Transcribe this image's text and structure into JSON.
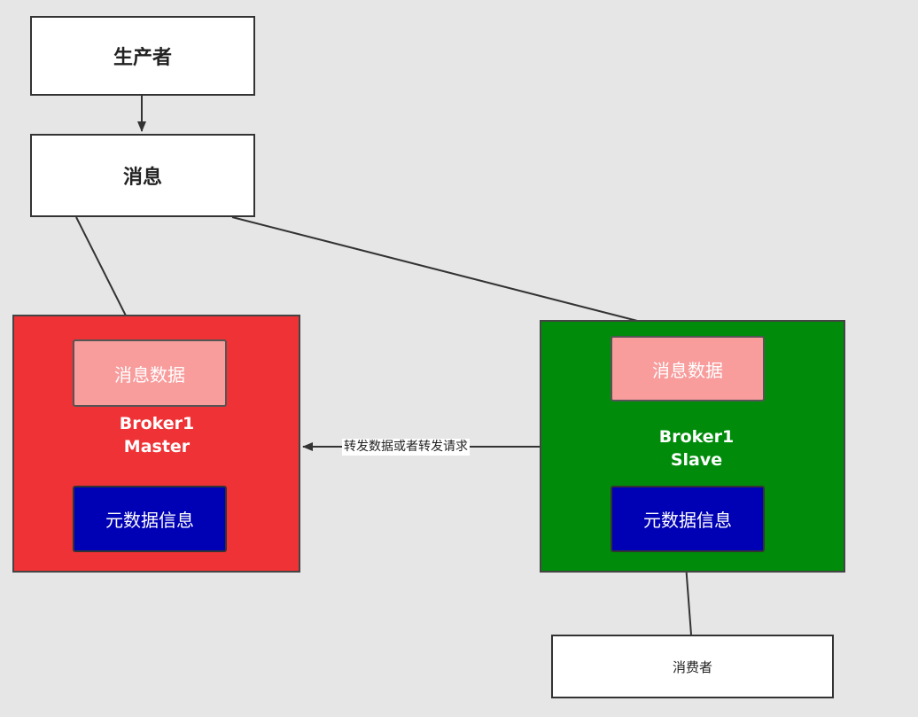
{
  "nodes": {
    "producer": "生产者",
    "message": "消息",
    "consumer": "消费者"
  },
  "master": {
    "message_data": "消息数据",
    "broker_line1": "Broker1",
    "broker_line2": "Master",
    "metadata": "元数据信息",
    "color": "#ef3236"
  },
  "slave": {
    "message_data": "消息数据",
    "broker_line1": "Broker1",
    "broker_line2": "Slave",
    "metadata": "元数据信息",
    "color": "#008c0a"
  },
  "edges": {
    "forward_label": "转发数据或者转发请求"
  },
  "colors": {
    "message_data_fill": "#f89c9c",
    "metadata_fill": "#0000b4"
  }
}
